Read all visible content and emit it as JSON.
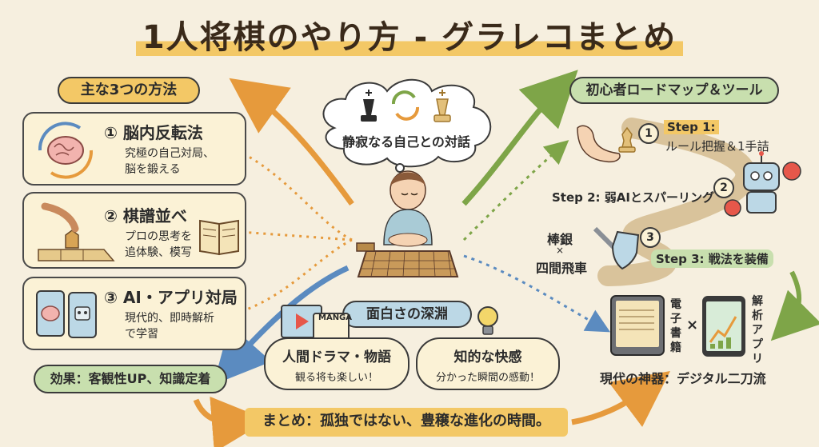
{
  "title": "1人将棋のやり方 ‐ グラレコまとめ",
  "left": {
    "header": "主な3つの方法",
    "methods": [
      {
        "num": "①",
        "title": "脳内反転法",
        "desc1": "究極の自己対局、",
        "desc2": "脳を鍛える",
        "icon": "brain-icon"
      },
      {
        "num": "②",
        "title": "棋譜並べ",
        "desc1": "プロの思考を",
        "desc2": "追体験、模写",
        "icon": "hand-piece-icon"
      },
      {
        "num": "③",
        "title": "AI・アプリ対局",
        "desc1": "現代的、即時解析",
        "desc2": "で学習",
        "icon": "tablet-robot-icon"
      }
    ],
    "effect": "効果：客観性UP、知識定着"
  },
  "center": {
    "thought": "静寂なる自己との対話"
  },
  "right": {
    "header": "初心者ロードマップ＆ツール",
    "step1_label": "Step 1:",
    "step1_desc": "ルール把握＆1手詰",
    "step2": "Step 2: 弱AIとスパーリング",
    "step3": "Step 3: 戦法を装備",
    "strategy1": "棒銀",
    "strategy_x": "×",
    "strategy2": "四間飛車",
    "step_nums": [
      "1",
      "2",
      "3"
    ],
    "tool1": "電子書籍",
    "tool_x": "×",
    "tool2": "解析アプリ",
    "tools_caption": "現代の神器：デジタル二刀流"
  },
  "fun": {
    "header": "面白さの深淵",
    "manga": "MANGA",
    "item1_title": "人間ドラマ・物語",
    "item1_desc": "観る将も楽しい！",
    "item2_title": "知的な快感",
    "item2_desc": "分かった瞬間の感動！"
  },
  "summary": "まとめ：孤独ではない、豊穣な進化の時間。",
  "colors": {
    "background": "#f6efdf",
    "accent_yellow": "#f3c866",
    "accent_green": "#c8dfae",
    "accent_blue": "#bcd8e6",
    "arrow_orange": "#e69a3c",
    "arrow_green": "#7ea548",
    "arrow_blue": "#5b8bc0"
  }
}
